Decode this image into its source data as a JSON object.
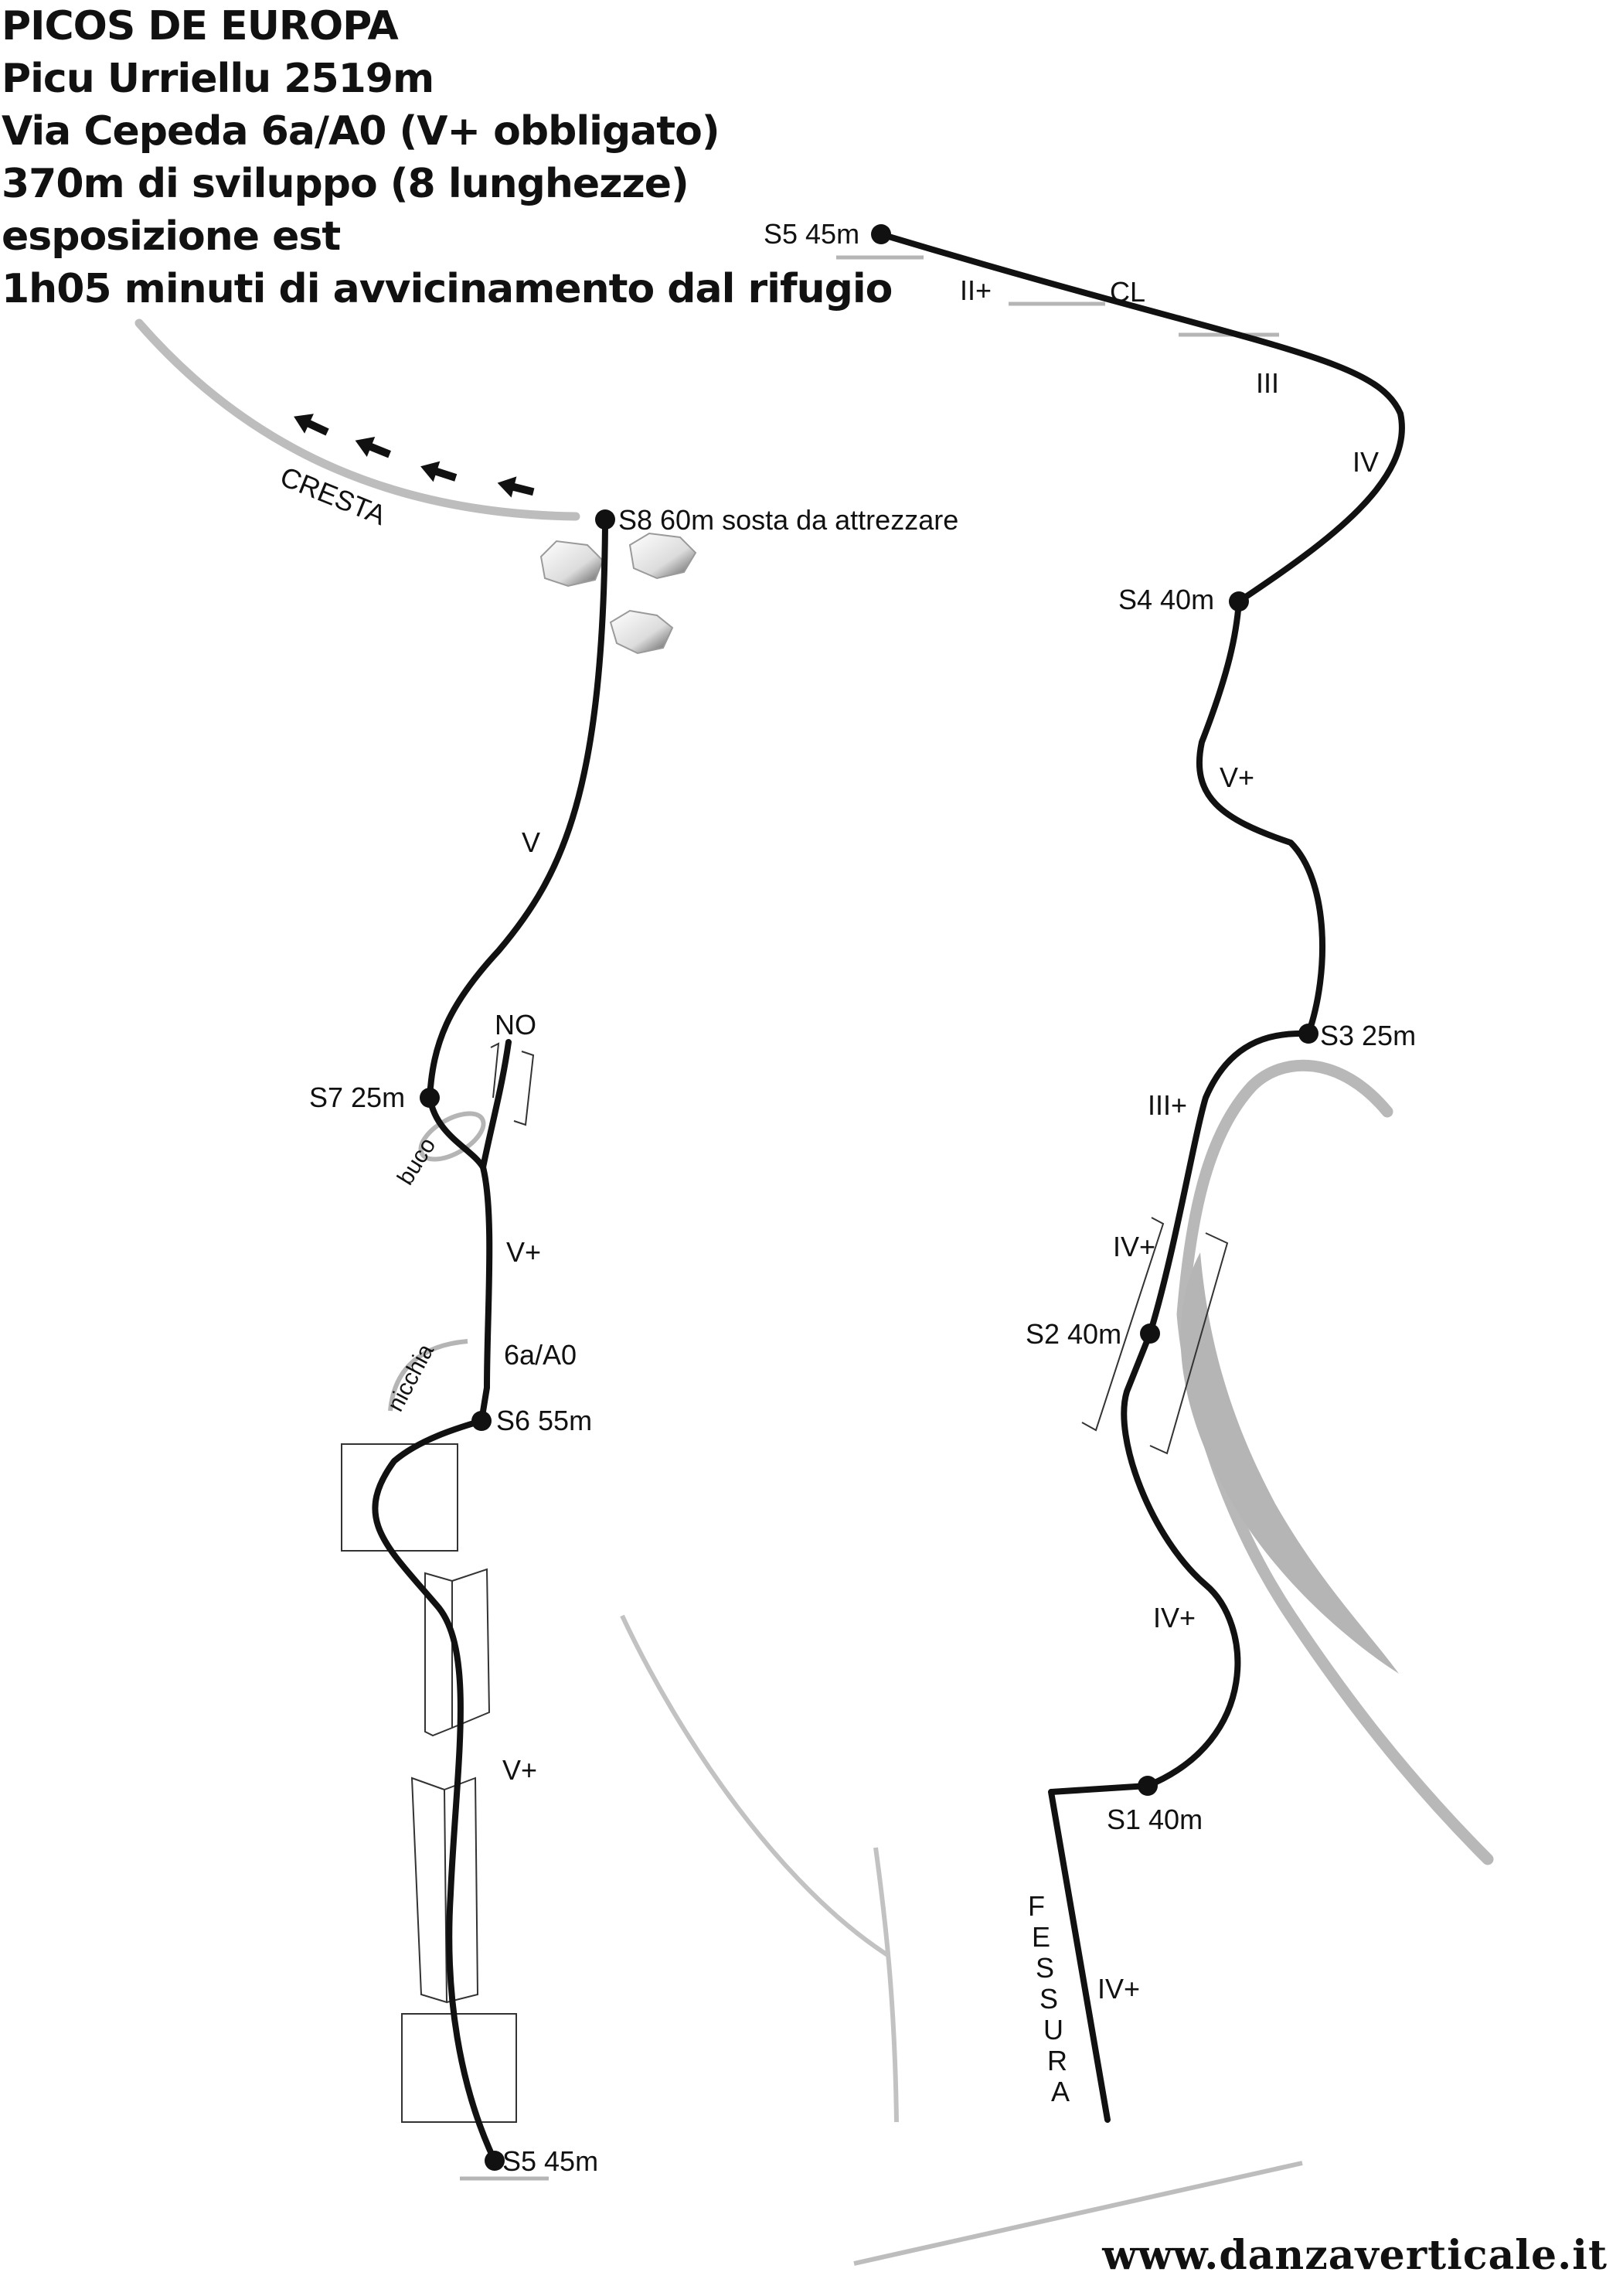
{
  "title": {
    "line1": "PICOS DE EUROPA",
    "line2": "Picu Urriellu 2519m",
    "line3": "Via Cepeda 6a/A0 (V+ obbligato)",
    "line4": "370m di sviluppo (8 lunghezze)",
    "line5": "esposizione est",
    "line6": "1h05 minuti di avvicinamento dal rifugio"
  },
  "belays": {
    "s1": "S1 40m",
    "s2": "S2 40m",
    "s3": "S3 25m",
    "s4": "S4 40m",
    "s5_top": "S5 45m",
    "s5_bottom": "S5 45m",
    "s6": "S6 55m",
    "s7": "S7 25m",
    "s8": "S8 60m sosta da attrezzare"
  },
  "grades": {
    "p1_fessura": "IV+",
    "p2": "IV+",
    "p2b": "IV+",
    "p3": "III+",
    "p4": "V+",
    "p5_a": "IV",
    "p5_b": "III",
    "p5_c": "II+",
    "p5_cl": "CL",
    "p6": "V+",
    "p7_a": "6a/A0",
    "p7_b": "V+",
    "p8": "V"
  },
  "features": {
    "fessura_letters": [
      "F",
      "E",
      "S",
      "S",
      "U",
      "R",
      "A"
    ],
    "cresta": "CRESTA",
    "nicchia": "nicchia",
    "buco": "buco",
    "no": "NO"
  },
  "footer": {
    "url": "www.danzaverticale.it"
  },
  "colors": {
    "route": "#111111",
    "rock_gray": "#bdbdbd",
    "roof_fill": "#b5b5b5"
  }
}
